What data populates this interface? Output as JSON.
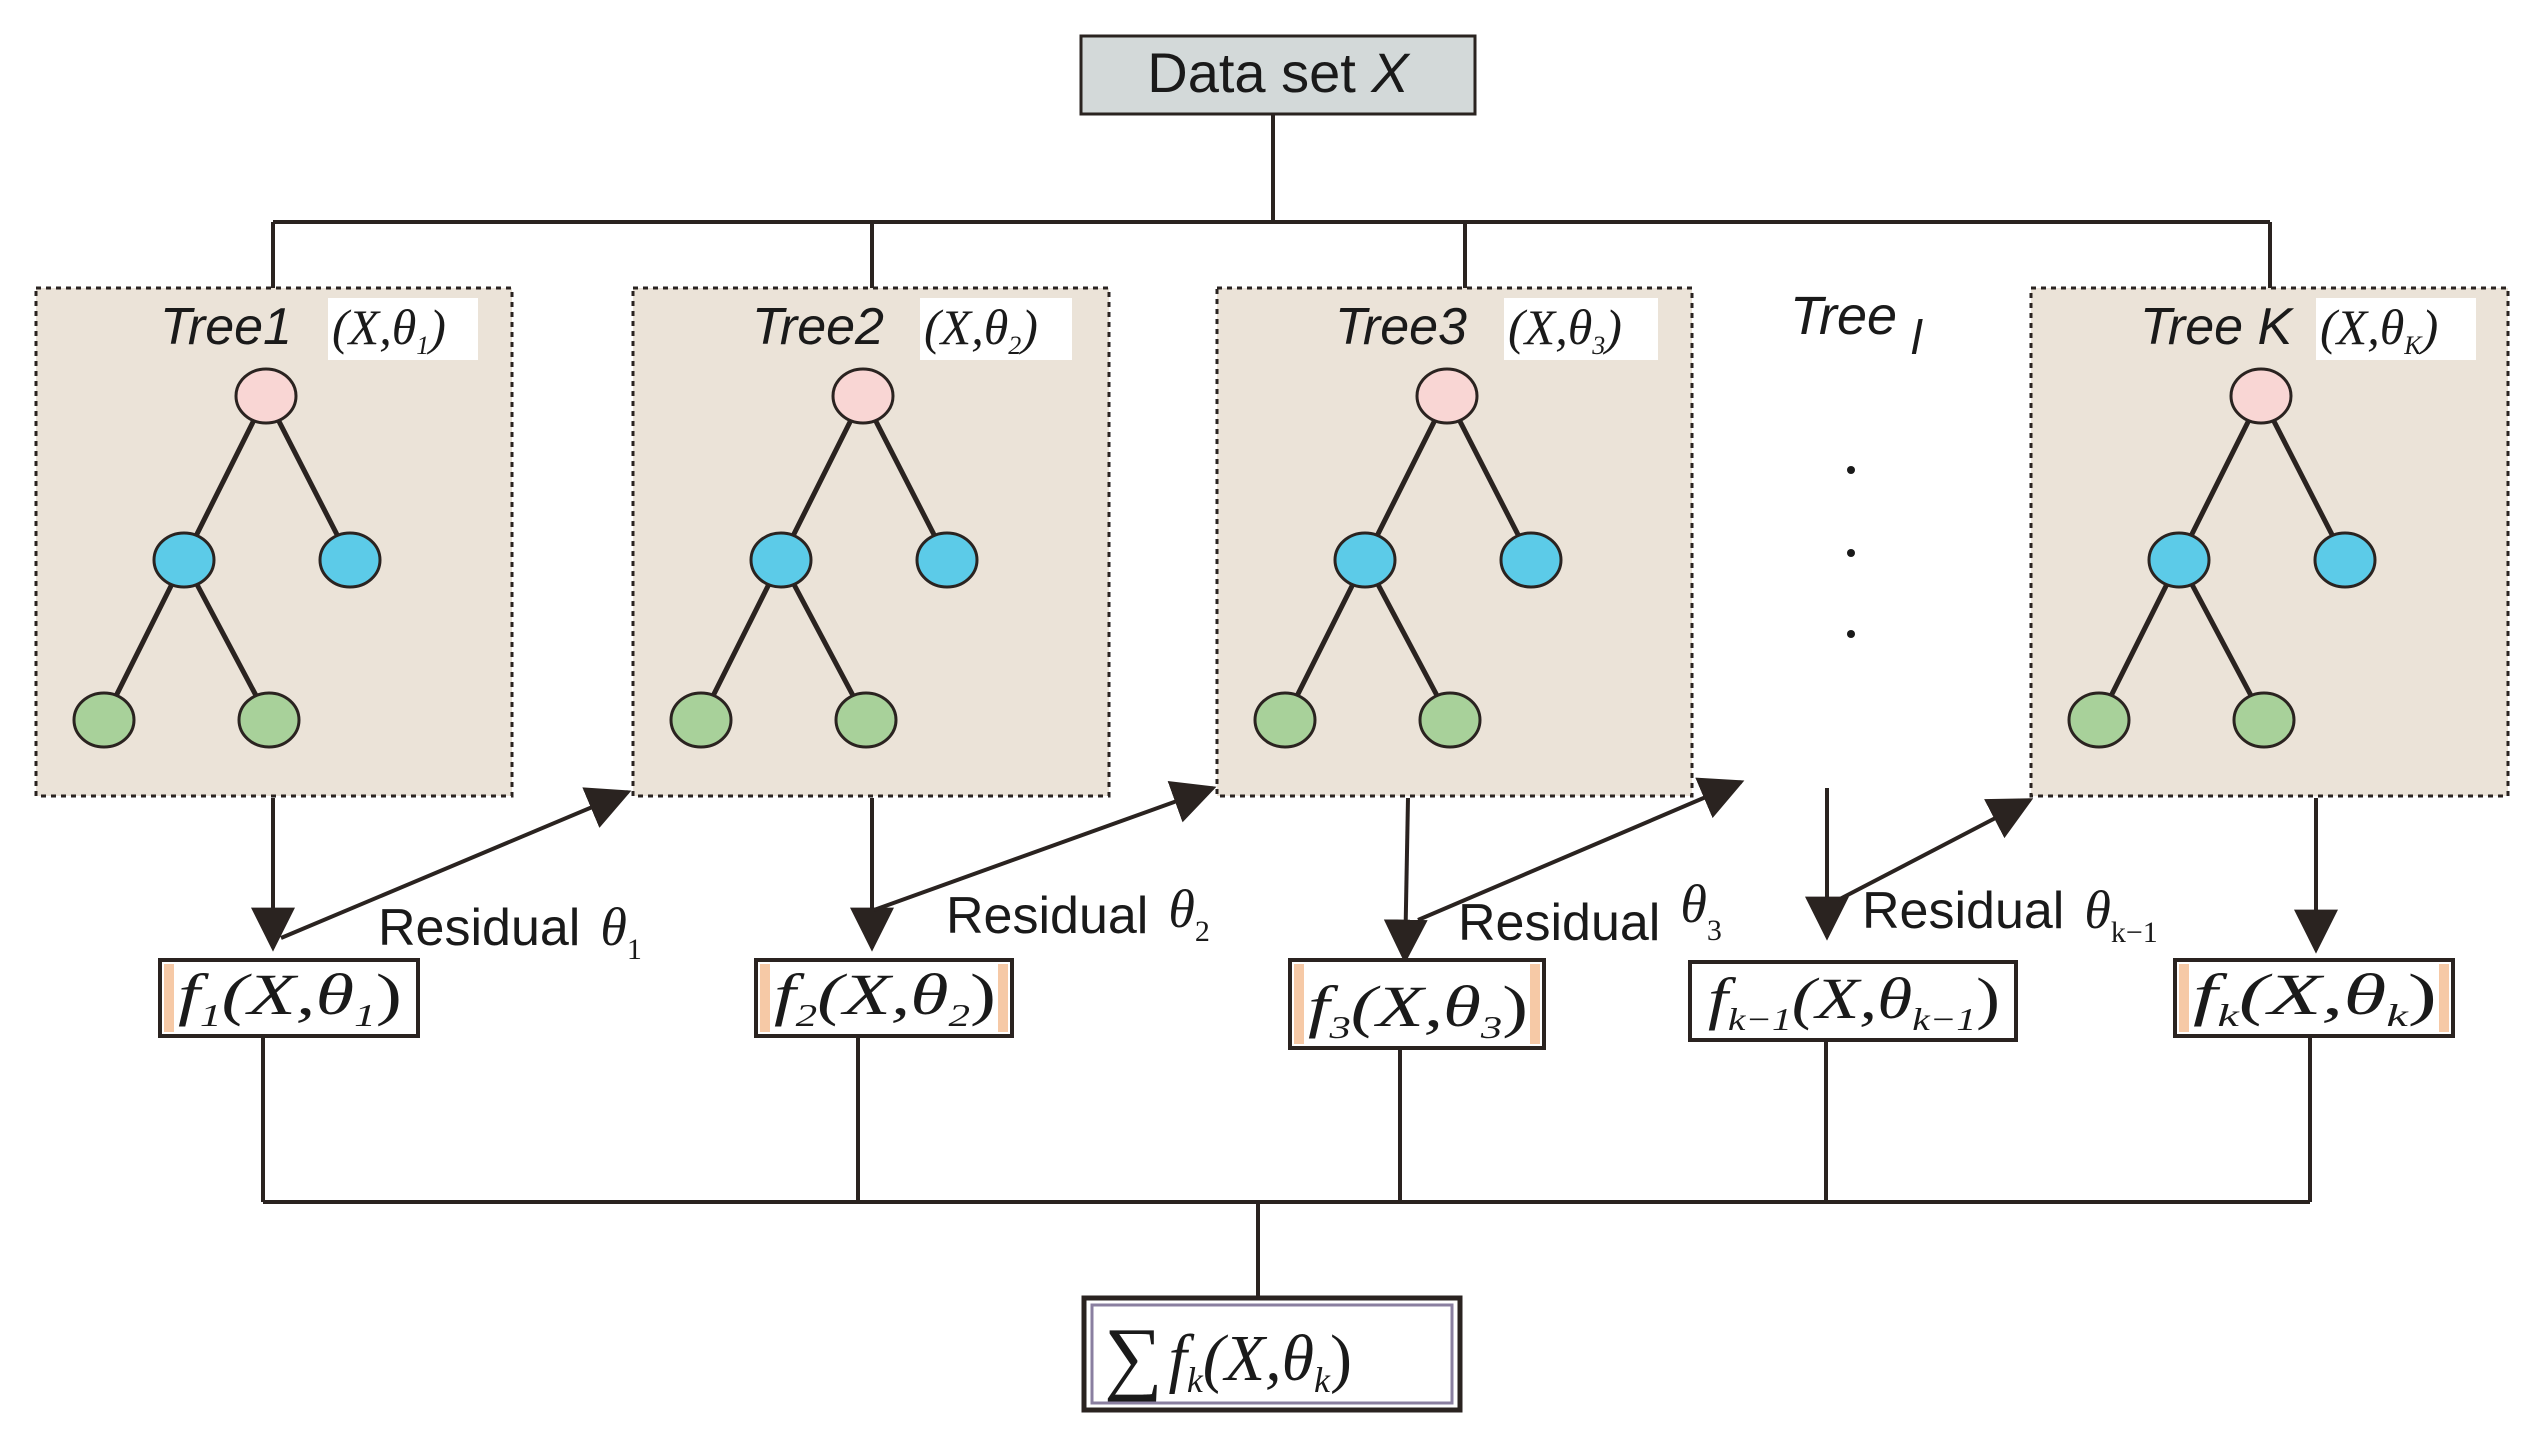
{
  "dataset": {
    "label": "Data set",
    "var": "X"
  },
  "colors": {
    "panel_fill": "#ebe3d8",
    "root_node": "#f9d6d4",
    "inner_node": "#5ccbe8",
    "leaf_node": "#a8d19a",
    "func_accent": "#f6c9a6",
    "dataset_fill": "#d3d9d9",
    "line": "#2a2320"
  },
  "trees": [
    {
      "name": "Tree1",
      "args": "(X,θ",
      "sub": "1",
      "close": ")"
    },
    {
      "name": "Tree2",
      "args": "(X,θ",
      "sub": "2",
      "close": ")"
    },
    {
      "name": "Tree3",
      "args": "(X,θ",
      "sub": "3",
      "close": ")"
    },
    {
      "name": "Tree K",
      "args": "(X,θ",
      "sub": "K",
      "close": ")"
    }
  ],
  "tree_l": {
    "name": "Tree",
    "sub": "l",
    "ellipsis": "· · ·"
  },
  "residuals": [
    {
      "word": "Residual",
      "theta": "θ",
      "sub": "1"
    },
    {
      "word": "Residual",
      "theta": "θ",
      "sub": "2"
    },
    {
      "word": "Residual",
      "theta": "θ",
      "sub": "3"
    },
    {
      "word": "Residual",
      "theta": "θ",
      "sub": "k−1"
    }
  ],
  "functions": [
    {
      "f": "f",
      "fsub": "1",
      "mid": "(X,θ",
      "tsub": "1",
      "close": ")"
    },
    {
      "f": "f",
      "fsub": "2",
      "mid": "(X,θ",
      "tsub": "2",
      "close": ")"
    },
    {
      "f": "f",
      "fsub": "3",
      "mid": "(X,θ",
      "tsub": "3",
      "close": ")"
    },
    {
      "f": "f",
      "fsub": "k−1",
      "mid": "(X,θ",
      "tsub": "k−1",
      "close": ")"
    },
    {
      "f": "f",
      "fsub": "k",
      "mid": "(X,θ",
      "tsub": "k",
      "close": ")"
    }
  ],
  "sum": {
    "sigma": "∑",
    "f": "f",
    "fsub": "k",
    "mid": "(X,θ",
    "tsub": "k",
    "close": ")"
  }
}
